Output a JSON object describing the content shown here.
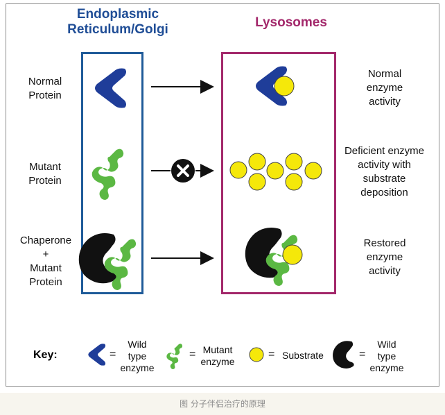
{
  "headers": {
    "er": [
      "Endoplasmic",
      "Reticulum/Golgi"
    ],
    "lysosomes": "Lysosomes"
  },
  "rows": [
    {
      "label": [
        "Normal",
        "Protein"
      ],
      "result": [
        "Normal",
        "enzyme",
        "activity"
      ],
      "blocked": false
    },
    {
      "label": [
        "Mutant",
        "Protein"
      ],
      "result": [
        "Deficient enzyme",
        "activity with",
        "substrate",
        "deposition"
      ],
      "blocked": true
    },
    {
      "label": [
        "Chaperone",
        "+",
        "Mutant",
        "Protein"
      ],
      "result": [
        "Restored",
        "enzyme",
        "activity"
      ],
      "blocked": false
    }
  ],
  "key": {
    "title": "Key:",
    "equals": "=",
    "items": [
      {
        "icon": "wild-type-enzyme-icon",
        "label": [
          "Wild",
          "type",
          "enzyme"
        ]
      },
      {
        "icon": "mutant-enzyme-icon",
        "label": [
          "Mutant",
          "enzyme"
        ]
      },
      {
        "icon": "substrate-icon",
        "label": [
          "Substrate"
        ]
      },
      {
        "icon": "chaperone-icon",
        "label": [
          "Wild",
          "type",
          "enzyme"
        ]
      }
    ]
  },
  "caption": "图 分子伴侣治疗的原理",
  "colors": {
    "er_border": "#1f5b99",
    "lysosome_border": "#a3286b",
    "er_header": "#1f4d96",
    "lysosome_header": "#a3286b",
    "wild_type_enzyme": "#1f3d99",
    "mutant_enzyme": "#5bb843",
    "substrate": "#f5e80a",
    "chaperone": "#111111"
  }
}
